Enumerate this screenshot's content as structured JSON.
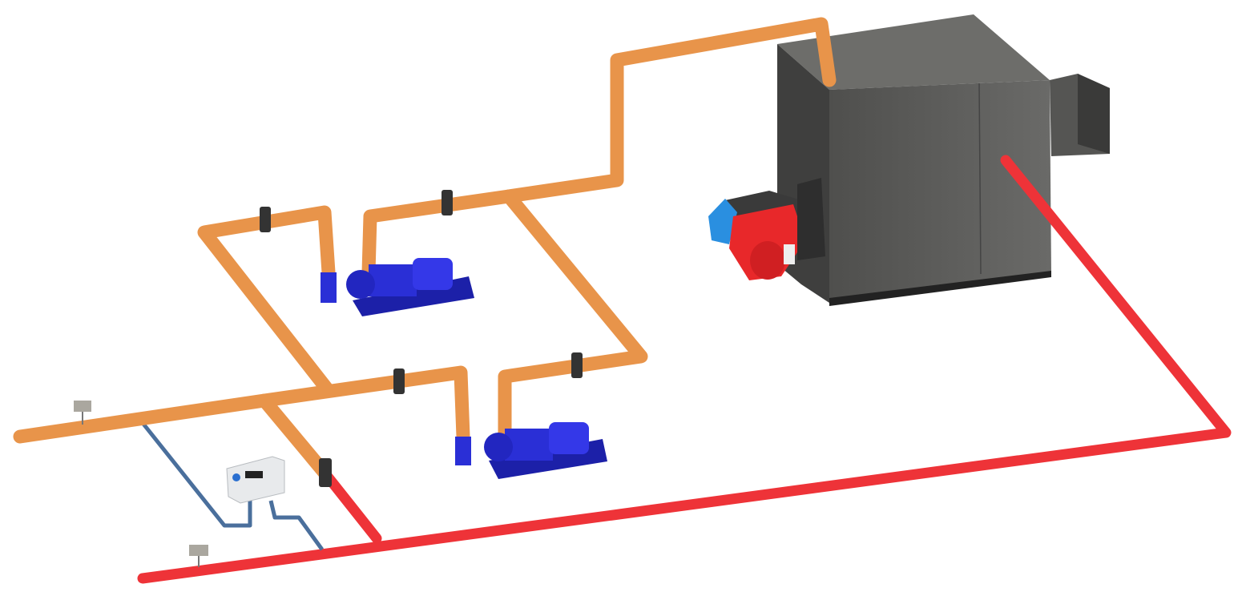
{
  "colors": {
    "supply_pipe": "#e8944a",
    "return_pipe": "#ee3338",
    "sensor_line": "#4a6f9c",
    "pump": "#2a2fd6",
    "boiler": "#5a5a58",
    "burner": "#e8282a",
    "burner_panel": "#2a8fe0",
    "controller": "#e8eaec",
    "valve": "#333333"
  },
  "components": [
    "boiler",
    "burner",
    "pump",
    "pump",
    "controller",
    "temperature-sensor",
    "temperature-sensor",
    "valve"
  ]
}
